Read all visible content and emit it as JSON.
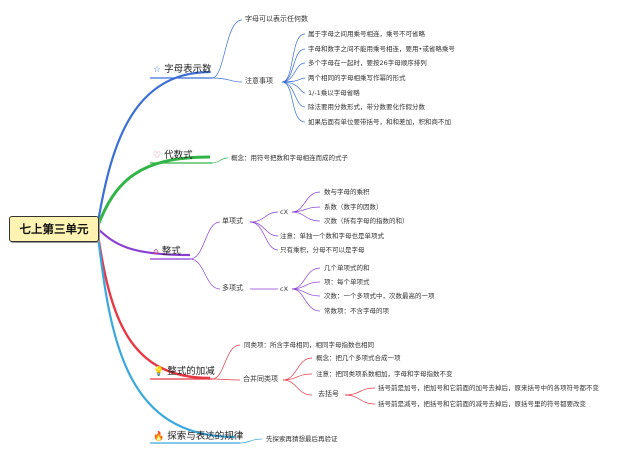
{
  "root": "七上第三单元",
  "colors": {
    "blue": "#3b6fd6",
    "green": "#32b548",
    "purple": "#8a3fd1",
    "red": "#e53945",
    "cyan": "#3aa8de",
    "star": "#3377dd",
    "heart": "#e84a5f",
    "house": "#cc3377",
    "bulb": "#f0b000",
    "flame": "#2277ee"
  },
  "branches": {
    "b1": {
      "label": "字母表示数",
      "icon": "star-icon",
      "c1": "字母可以表示任何数",
      "c2": "注意事项",
      "items": [
        "属于字母之间用乘号相连，乘号不可省略",
        "字母和数字之间不能用乘号相连，要用•或省略乘号",
        "多个字母在一起时，要按26字母顺序排列",
        "两个相同的字母相乘写作幂的形式",
        "1/-1乘以字母省略",
        "除法要用分数形式，带分数要化作假分数",
        "如果后面有单位要带括号，和和差加，积和商不加"
      ]
    },
    "b2": {
      "label": "代数式",
      "icon": "heart-icon",
      "c1": "概念：用符号把数和字母相连而成的式子"
    },
    "b3": {
      "label": "整式",
      "icon": "house-icon",
      "c1": "单项式",
      "c1a": "cX",
      "c1items": [
        "数与字母的乘积",
        "系数（数字的因数）",
        "次数（所有字母的指数的和）"
      ],
      "c1b": "注意：单独一个数和字母也是单项式",
      "c1c": "只有乘积，分母不可以是字母",
      "c2": "多项式",
      "c2a": "cX",
      "c2items": [
        "几个单项式的和",
        "项：每个单项式",
        "次数：一个多项式中，次数最高的一项",
        "常数项：不含字母的项"
      ]
    },
    "b4": {
      "label": "整式的加减",
      "icon": "bulb-icon",
      "c1": "同类项：所含字母相同，相同字母指数也相同",
      "c2": "合并同类项",
      "c2items": [
        "概念：把几个多项式合成一项",
        "注意：把同类项系数相加，字母和字母指数不变"
      ],
      "c2c": "去括号",
      "c2citems": [
        "括号前是加号，把加号和它前面的加号去掉后，原来括号中的各项符号都不变",
        "括号前是减号，把括号和它前面的减号去掉后，原括号里的符号都要改变"
      ]
    },
    "b5": {
      "label": "探索与表达的规律",
      "icon": "flame-icon",
      "c1": "先探索再猜想最后再验证"
    }
  }
}
